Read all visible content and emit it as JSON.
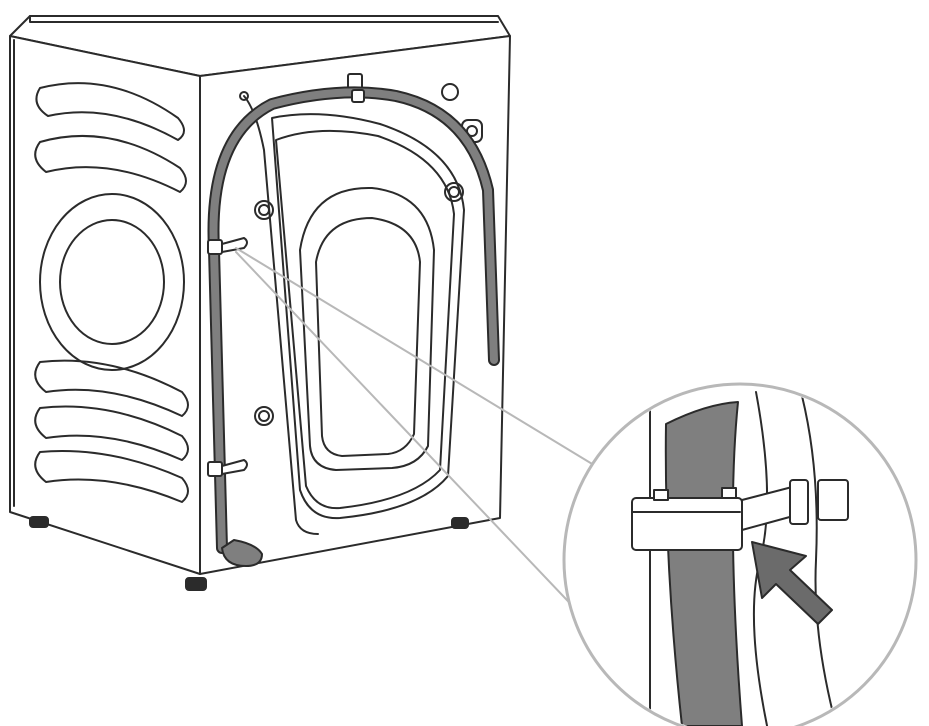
{
  "figure": {
    "type": "line-art illustration",
    "subject": "washing-machine-rear-view",
    "colors": {
      "background": "#ffffff",
      "line": "#2b2b2b",
      "hose_fill": "#7f7f7f",
      "arrow_fill": "#6b6b6b",
      "magnifier_line": "#b8b8b8"
    },
    "callout": {
      "type": "magnified-detail",
      "shows": "hose-clip-holding-drain-hose",
      "pointer": "arrow-pointing-at-clip"
    }
  }
}
